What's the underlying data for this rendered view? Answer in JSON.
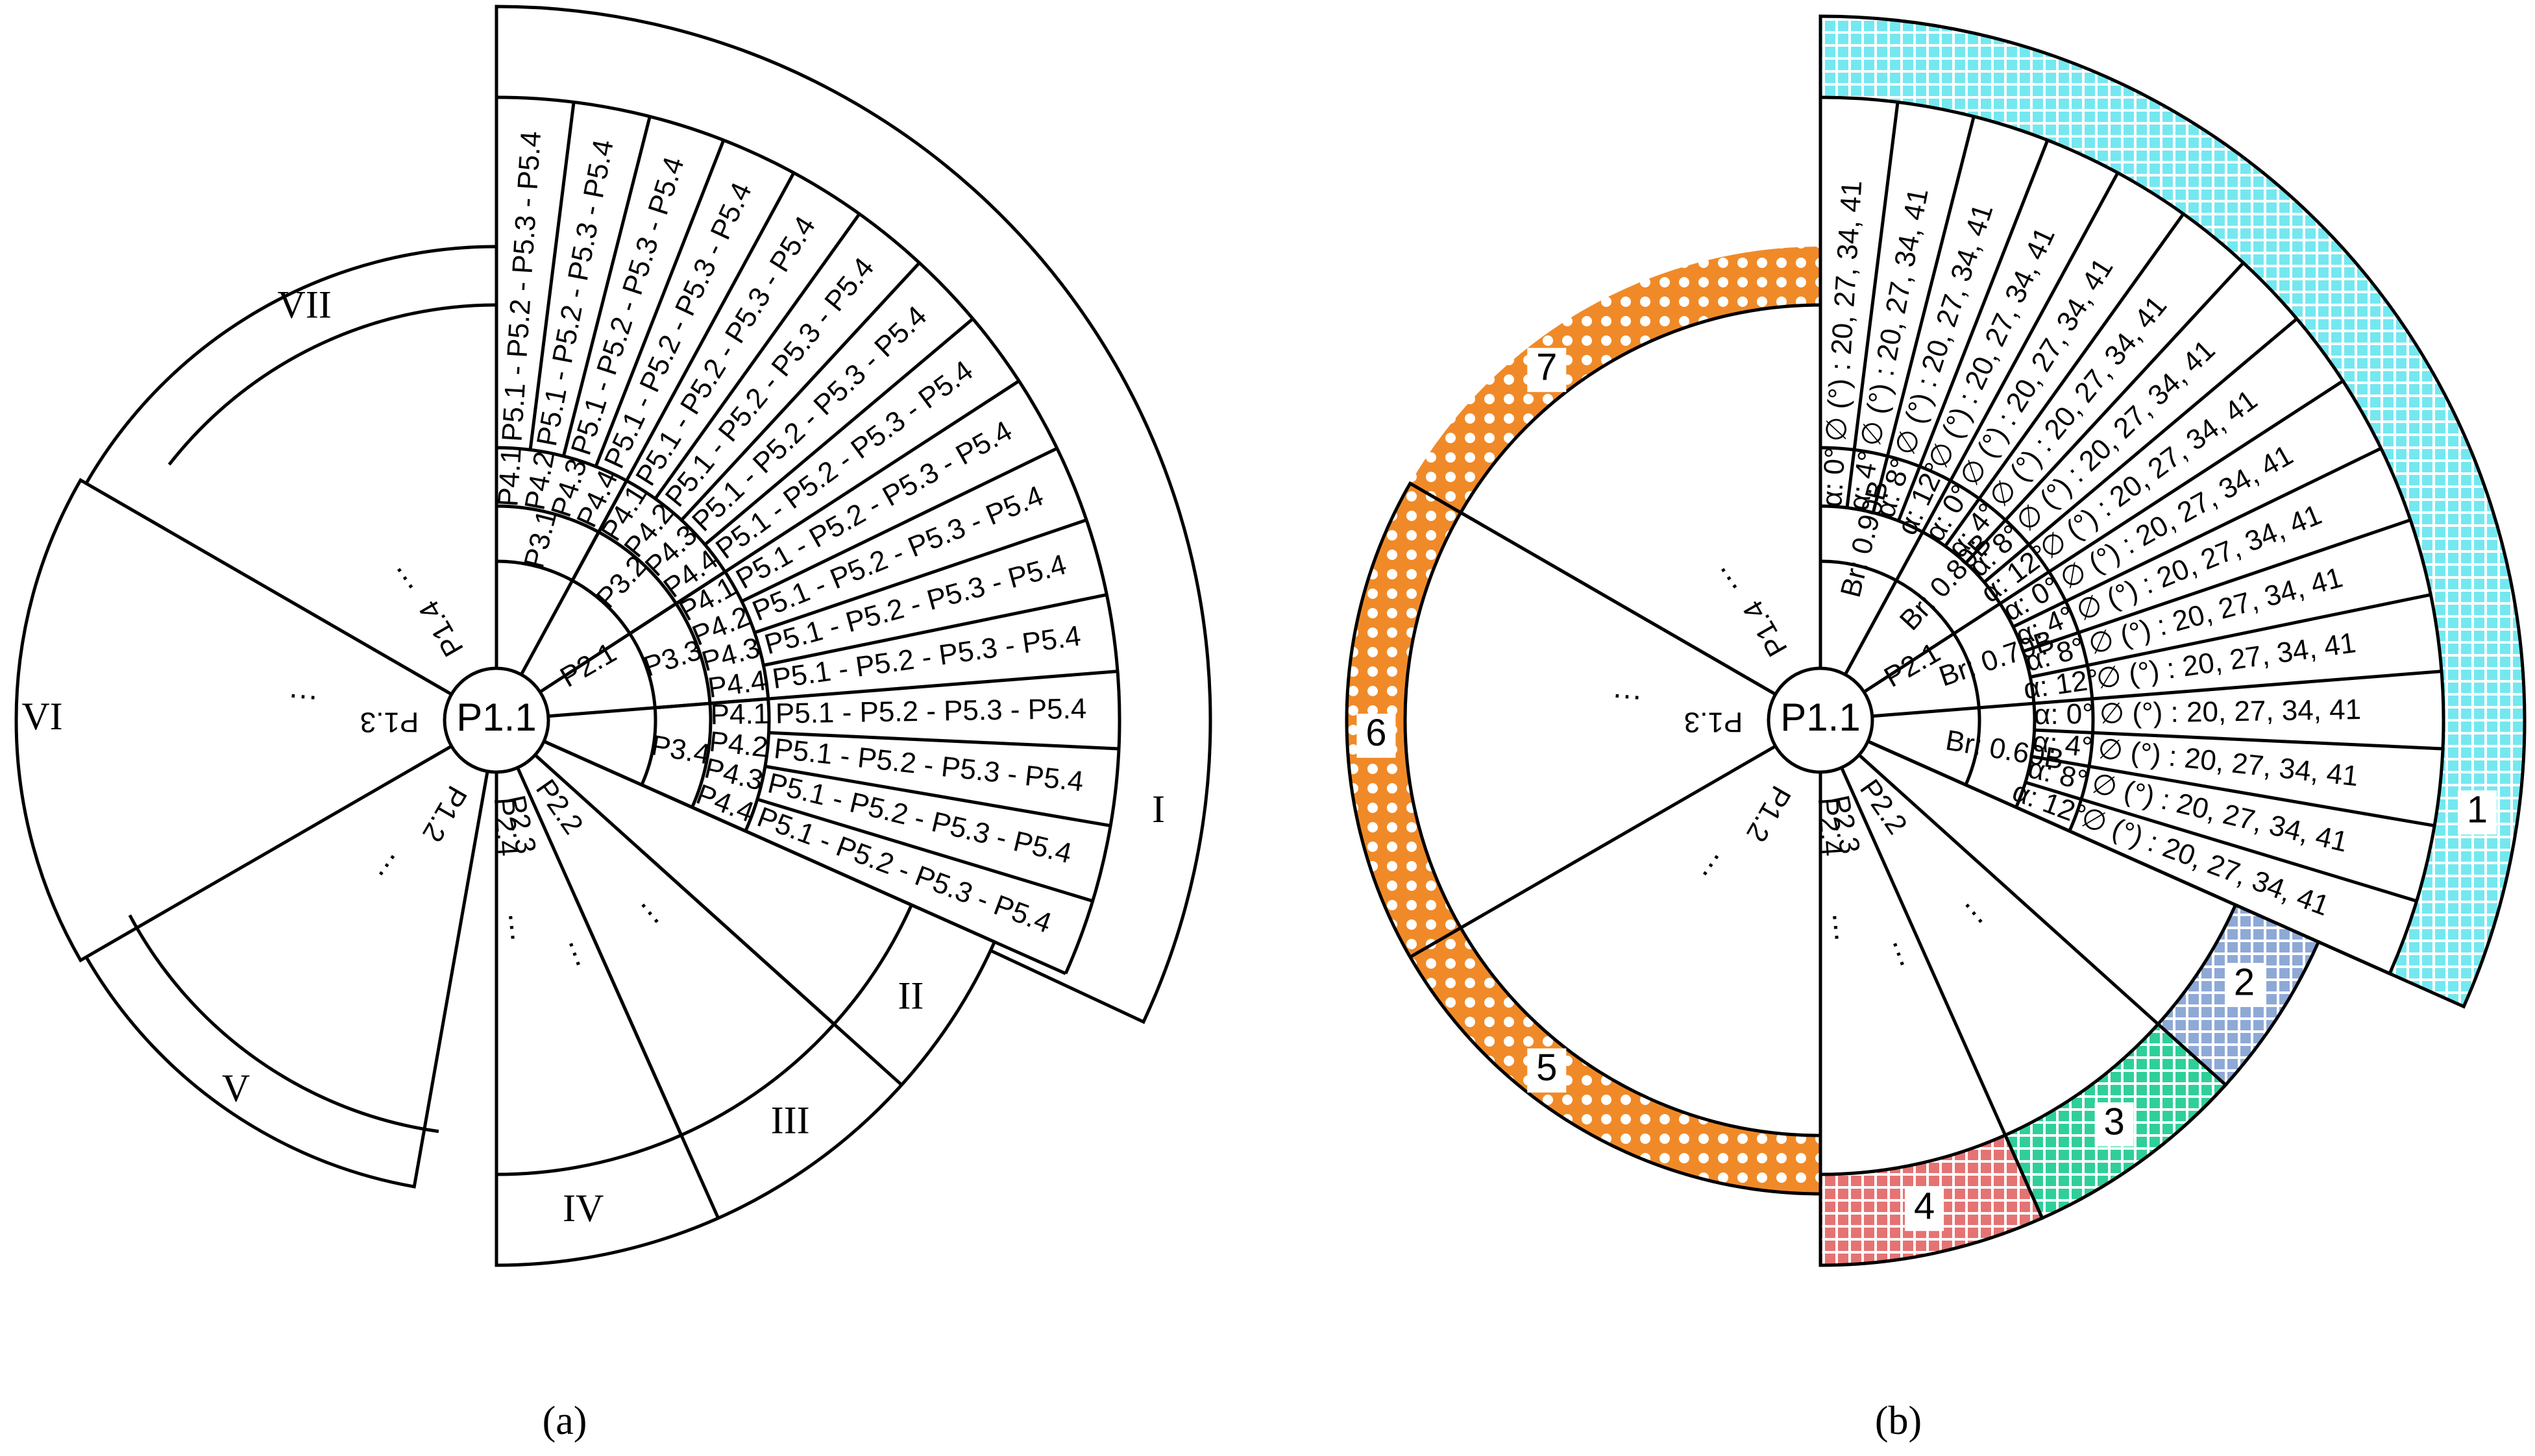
{
  "panel_a": {
    "caption": "(a)",
    "center": "P1.1",
    "level2": [
      "P2.1",
      "P2.2",
      "P2.3",
      "P2.4"
    ],
    "level1_other": [
      "P1.2",
      "P1.3",
      "P1.4"
    ],
    "level3": [
      "P3.1",
      "P3.2",
      "P3.3",
      "P3.4"
    ],
    "level4": [
      "P4.1",
      "P4.2",
      "P4.3",
      "P4.4",
      "P4.1",
      "P4.2",
      "P4.3",
      "P4.4",
      "P4.1",
      "P4.2",
      "P4.3",
      "P4.4",
      "P4.1",
      "P4.2",
      "P4.3",
      "P4.4"
    ],
    "level5": "P5.1 - P5.2 - P5.3 - P5.4",
    "ellipsis": "…",
    "sectors": [
      "I",
      "II",
      "III",
      "IV",
      "V",
      "VI",
      "VII"
    ]
  },
  "panel_b": {
    "caption": "(b)",
    "center": "P1.1",
    "level2": [
      "P2.1",
      "P2.2",
      "P2.3",
      "P2.4"
    ],
    "level1_other": [
      "P1.2",
      "P1.3",
      "P1.4"
    ],
    "level3": [
      "Br: 0.90B",
      "Br: 0.80B",
      "Br: 0.70B",
      "Br: 0.60B"
    ],
    "level4": [
      "α: 0°",
      "α: 4°",
      "α: 8°",
      "α: 12°",
      "α: 0°",
      "α: 4°",
      "α: 8°",
      "α: 12°",
      "α: 0°",
      "α: 4°",
      "α: 8°",
      "α: 12°",
      "α: 0°",
      "α: 4°",
      "α: 8°",
      "α: 12°"
    ],
    "level5": "∅ (°) : 20, 27, 34, 41",
    "ellipsis": "…",
    "groups": [
      "1",
      "2",
      "3",
      "4",
      "5",
      "6",
      "7"
    ]
  },
  "colors": {
    "group1": "#74E8F0",
    "group2": "#8EA9D6",
    "group3": "#2FCF9A",
    "group4": "#E57373",
    "group567": "#F08A28"
  }
}
